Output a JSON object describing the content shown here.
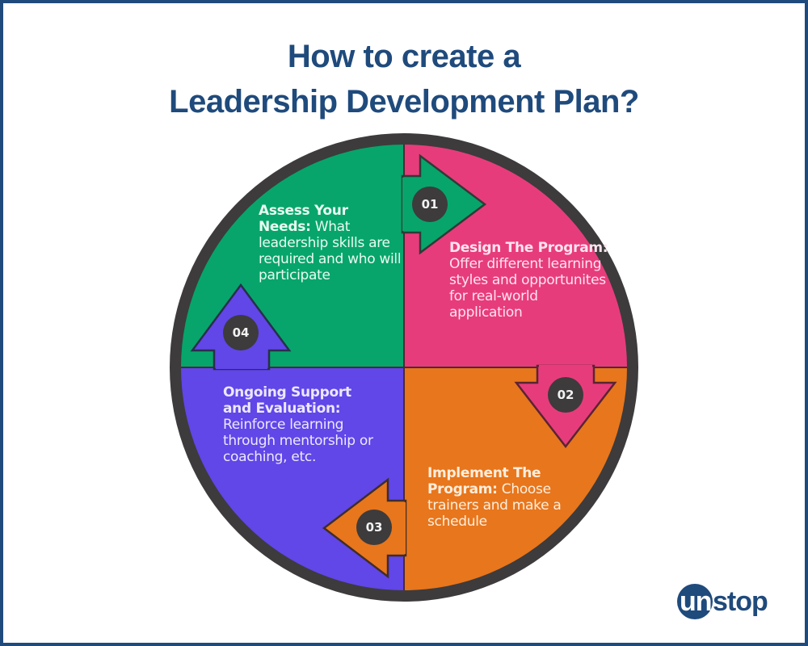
{
  "title": {
    "line1": "How to create a",
    "line2": "Leadership Development Plan?"
  },
  "colors": {
    "title": "#1f4a7c",
    "ring": "#3d3b3c",
    "step1_green": "#07a56b",
    "step2_pink": "#e73c7b",
    "step3_orange": "#e8761c",
    "step4_purple": "#6146e8",
    "badge": "#3d3b3c"
  },
  "steps": [
    {
      "number": "01",
      "heading": "Assess Your Needs:",
      "text": "What leadership skills are required and who will participate",
      "color": "#07a56b",
      "arrow_direction": "right"
    },
    {
      "number": "02",
      "heading": "Design The Program:",
      "text": "Offer different learning styles and opportunites for real-world application",
      "color": "#e73c7b",
      "arrow_direction": "down"
    },
    {
      "number": "03",
      "heading": "Implement The Program:",
      "text": "Choose trainers and make a schedule",
      "color": "#e8761c",
      "arrow_direction": "left"
    },
    {
      "number": "04",
      "heading": "Ongoing Support and Evaluation:",
      "text": "Reinforce learning through mentorship or coaching, etc.",
      "color": "#6146e8",
      "arrow_direction": "up"
    }
  ],
  "logo": {
    "part1": "un",
    "part2": "stop"
  }
}
